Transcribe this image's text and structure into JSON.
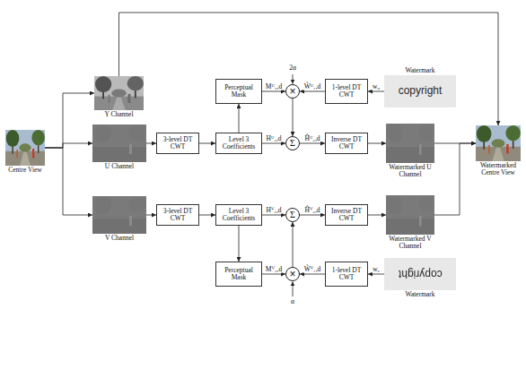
{
  "diagram": {
    "nodes": [
      {
        "text": [
          "Centre View"
        ]
      },
      {
        "text": [
          "Y Channel"
        ]
      },
      {
        "text": [
          "Perceptual Mask"
        ]
      },
      {
        "text": [
          "×"
        ]
      },
      {
        "text": [
          "1-level DT CWT"
        ]
      },
      {
        "text": [
          "Watermark",
          "copyright"
        ]
      },
      {
        "text": [
          "U Channel"
        ]
      },
      {
        "text": [
          "3-level DT CWT"
        ]
      },
      {
        "text": [
          "Level 3 Coefficients"
        ]
      },
      {
        "text": [
          "Σ"
        ]
      },
      {
        "text": [
          "Inverse DT CWT"
        ]
      },
      {
        "text": [
          "Watermarked U Channel"
        ]
      },
      {
        "text": [
          "Watermarked Centre View"
        ]
      },
      {
        "text": [
          "V Channel"
        ]
      },
      {
        "text": [
          "3-level DT CWT"
        ]
      },
      {
        "text": [
          "Level 3 Coefficients"
        ]
      },
      {
        "text": [
          "Σ"
        ]
      },
      {
        "text": [
          "Inverse DT CWT"
        ]
      },
      {
        "text": [
          "Watermarked V Channel"
        ]
      },
      {
        "text": [
          "Perceptual Mask"
        ]
      },
      {
        "text": [
          "×"
        ]
      },
      {
        "text": [
          "1-level DT CWT"
        ]
      },
      {
        "text": [
          "Watermark",
          "copyright"
        ]
      }
    ],
    "edges": [
      {
        "from": 0,
        "to": 1,
        "arrow": "to"
      },
      {
        "from": 0,
        "to": 6,
        "arrow": "to"
      },
      {
        "from": 0,
        "to": 13,
        "arrow": "to"
      },
      {
        "from": 1,
        "to": 12,
        "arrow": "to"
      },
      {
        "from": 6,
        "to": 7,
        "arrow": "to"
      },
      {
        "from": 7,
        "to": 8,
        "arrow": "to"
      },
      {
        "from": 8,
        "to": 2,
        "arrow": "to"
      },
      {
        "from": 2,
        "to": 3,
        "label": "Mᵁ₃,d",
        "arrow": "to"
      },
      {
        "from": 5,
        "to": 4,
        "label": "wᵤ",
        "arrow": "to"
      },
      {
        "from": 4,
        "to": 3,
        "label": "W̃ᵁ₁,d",
        "arrow": "to"
      },
      {
        "from": 3,
        "to": 9,
        "arrow": "to"
      },
      {
        "from": 8,
        "to": 9,
        "label": "Hᵁ₃,d",
        "arrow": "to"
      },
      {
        "from": 9,
        "to": 10,
        "label": "Ĥᵁ₃,d",
        "arrow": "to"
      },
      {
        "from": 10,
        "to": 11,
        "arrow": "to"
      },
      {
        "from": 11,
        "to": 12,
        "arrow": "to"
      },
      {
        "from": 13,
        "to": 14,
        "arrow": "to"
      },
      {
        "from": 14,
        "to": 15,
        "arrow": "to"
      },
      {
        "from": 15,
        "to": 19,
        "arrow": "to"
      },
      {
        "from": 19,
        "to": 20,
        "label": "Mⱽ₃,d",
        "arrow": "to"
      },
      {
        "from": 22,
        "to": 21,
        "label": "wᵥ",
        "arrow": "to"
      },
      {
        "from": 21,
        "to": 20,
        "label": "W̃ⱽ₁,d",
        "arrow": "to"
      },
      {
        "from": 20,
        "to": 16,
        "arrow": "to"
      },
      {
        "from": 15,
        "to": 16,
        "label": "Hⱽ₃,d",
        "arrow": "to"
      },
      {
        "from": 16,
        "to": 17,
        "label": "Ĥⱽ₃,d",
        "arrow": "to"
      },
      {
        "from": 17,
        "to": 18,
        "arrow": "to"
      },
      {
        "from": 18,
        "to": 12,
        "arrow": "to"
      }
    ],
    "labels": [
      "2α",
      "α"
    ]
  }
}
